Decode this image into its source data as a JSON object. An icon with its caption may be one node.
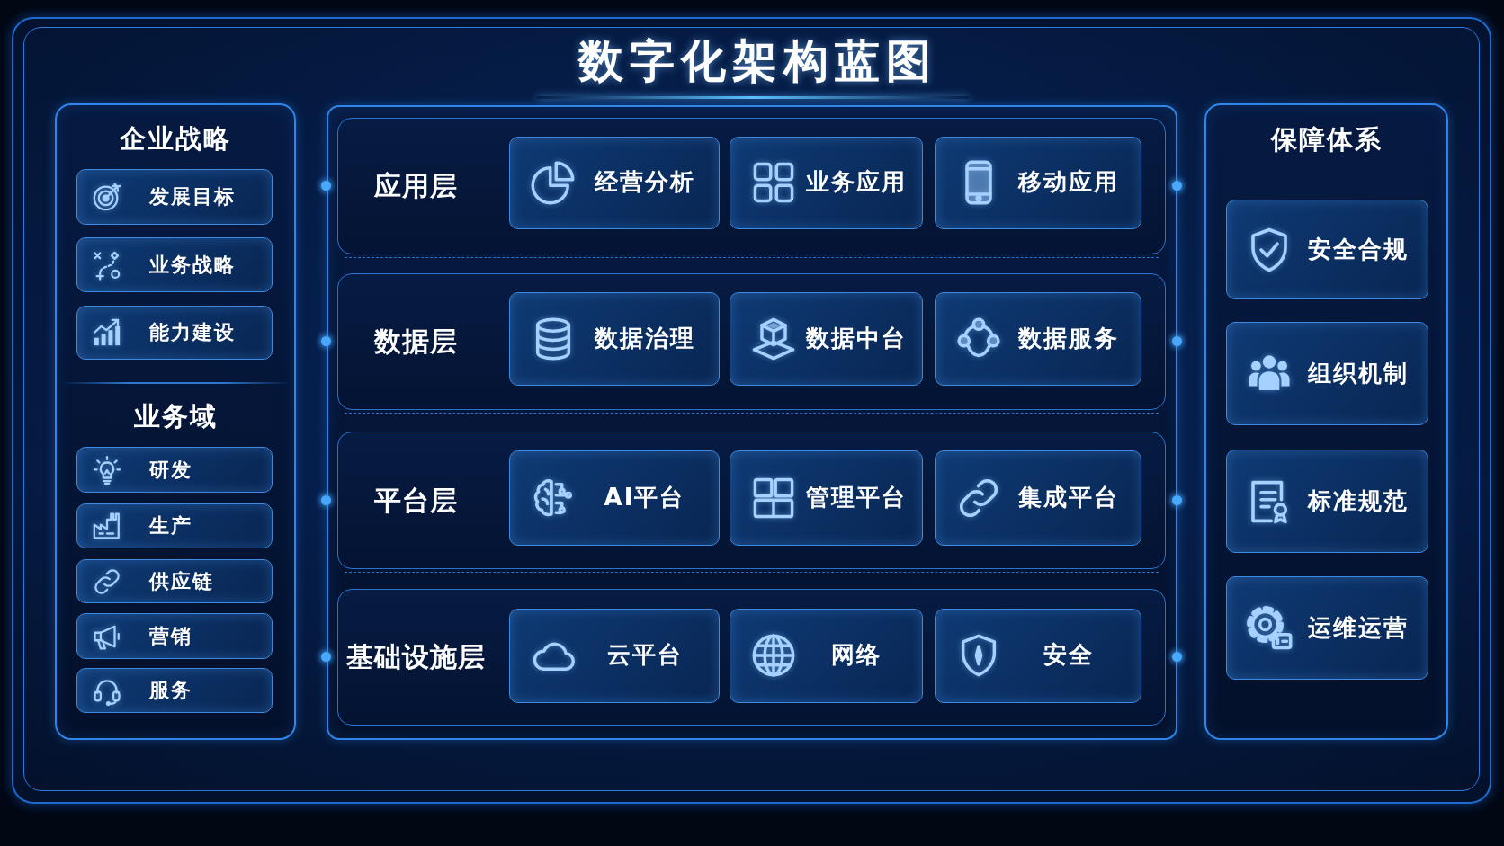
{
  "diagram": {
    "title": "数字化架构蓝图",
    "nodes": [
      {
        "text": [
          "企业战略",
          "业务域"
        ]
      },
      {
        "text": [
          "发展目标"
        ],
        "in": 0
      },
      {
        "text": [
          "业务战略"
        ],
        "in": 0
      },
      {
        "text": [
          "能力建设"
        ],
        "in": 0
      },
      {
        "text": [
          "研发"
        ],
        "in": 0
      },
      {
        "text": [
          "生产"
        ],
        "in": 0
      },
      {
        "text": [
          "供应链"
        ],
        "in": 0
      },
      {
        "text": [
          "营销"
        ],
        "in": 0
      },
      {
        "text": [
          "服务"
        ],
        "in": 0
      },
      {
        "text": [],
        "shape": "box"
      },
      {
        "text": [
          "应用层"
        ],
        "in": 9
      },
      {
        "text": [
          "经营分析"
        ],
        "in": 10
      },
      {
        "text": [
          "业务应用"
        ],
        "in": 10
      },
      {
        "text": [
          "移动应用"
        ],
        "in": 10
      },
      {
        "text": [
          "数据层"
        ],
        "in": 9
      },
      {
        "text": [
          "数据治理"
        ],
        "in": 14
      },
      {
        "text": [
          "数据中台"
        ],
        "in": 14
      },
      {
        "text": [
          "数据服务"
        ],
        "in": 14
      },
      {
        "text": [
          "平台层"
        ],
        "in": 9
      },
      {
        "text": [
          "AI平台"
        ],
        "in": 18
      },
      {
        "text": [
          "管理平台"
        ],
        "in": 18
      },
      {
        "text": [
          "集成平台"
        ],
        "in": 18
      },
      {
        "text": [
          "基础设施层"
        ],
        "in": 9
      },
      {
        "text": [
          "云平台"
        ],
        "in": 22
      },
      {
        "text": [
          "网络"
        ],
        "in": 22
      },
      {
        "text": [
          "安全"
        ],
        "in": 22
      },
      {
        "text": [
          "保障体系"
        ]
      },
      {
        "text": [
          "安全合规"
        ],
        "in": 26
      },
      {
        "text": [
          "组织机制"
        ],
        "in": 26
      },
      {
        "text": [
          "标准规范"
        ],
        "in": 26
      },
      {
        "text": [
          "运维运营"
        ],
        "in": 26
      }
    ]
  }
}
